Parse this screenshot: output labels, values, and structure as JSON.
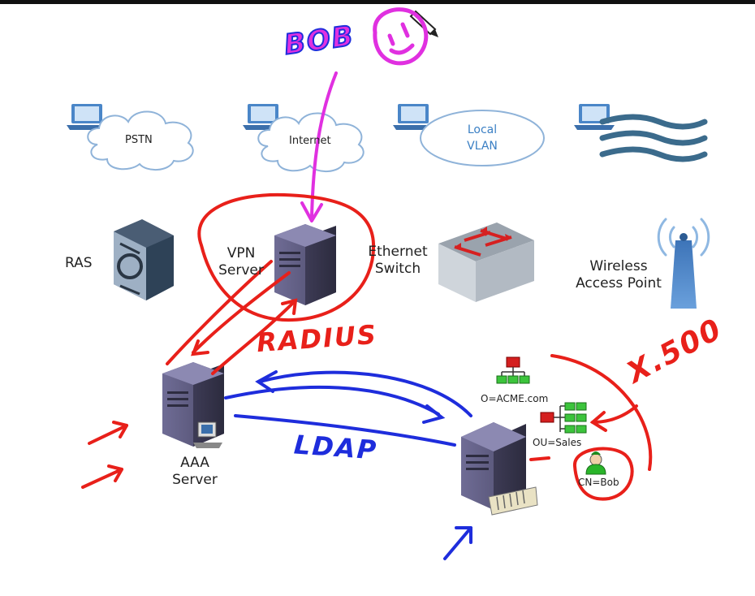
{
  "labels": {
    "pstn": "PSTN",
    "internet": "Internet",
    "local_vlan_line1": "Local",
    "local_vlan_line2": "VLAN",
    "ras": "RAS",
    "vpn_server_line1": "VPN",
    "vpn_server_line2": "Server",
    "ethernet_switch_line1": "Ethernet",
    "ethernet_switch_line2": "Switch",
    "wireless_ap_line1": "Wireless",
    "wireless_ap_line2": "Access Point",
    "aaa_server_line1": "AAA",
    "aaa_server_line2": "Server",
    "dir_org": "O=ACME.com",
    "dir_ou": "OU=Sales",
    "dir_cn": "CN=Bob"
  },
  "annotations": {
    "bob": "BOB",
    "radius": "RADIUS",
    "ldap": "LDAP",
    "x500": "X.500"
  },
  "colors": {
    "annotation_red": "#e8201a",
    "annotation_blue": "#1e2ddc",
    "annotation_magenta": "#e030e0",
    "cloud_stroke": "#8fb3d9",
    "cloud_fill": "#ffffff",
    "laptop_blue": "#4a86c8",
    "server_purple": "#5c5a7e"
  },
  "icons": [
    "laptop-icon",
    "cloud-icon",
    "wireless-waves-icon",
    "modem-icon",
    "server-icon",
    "network-switch-icon",
    "antenna-icon",
    "org-chart-icon",
    "user-icon",
    "pencil-icon",
    "smiley-icon"
  ]
}
